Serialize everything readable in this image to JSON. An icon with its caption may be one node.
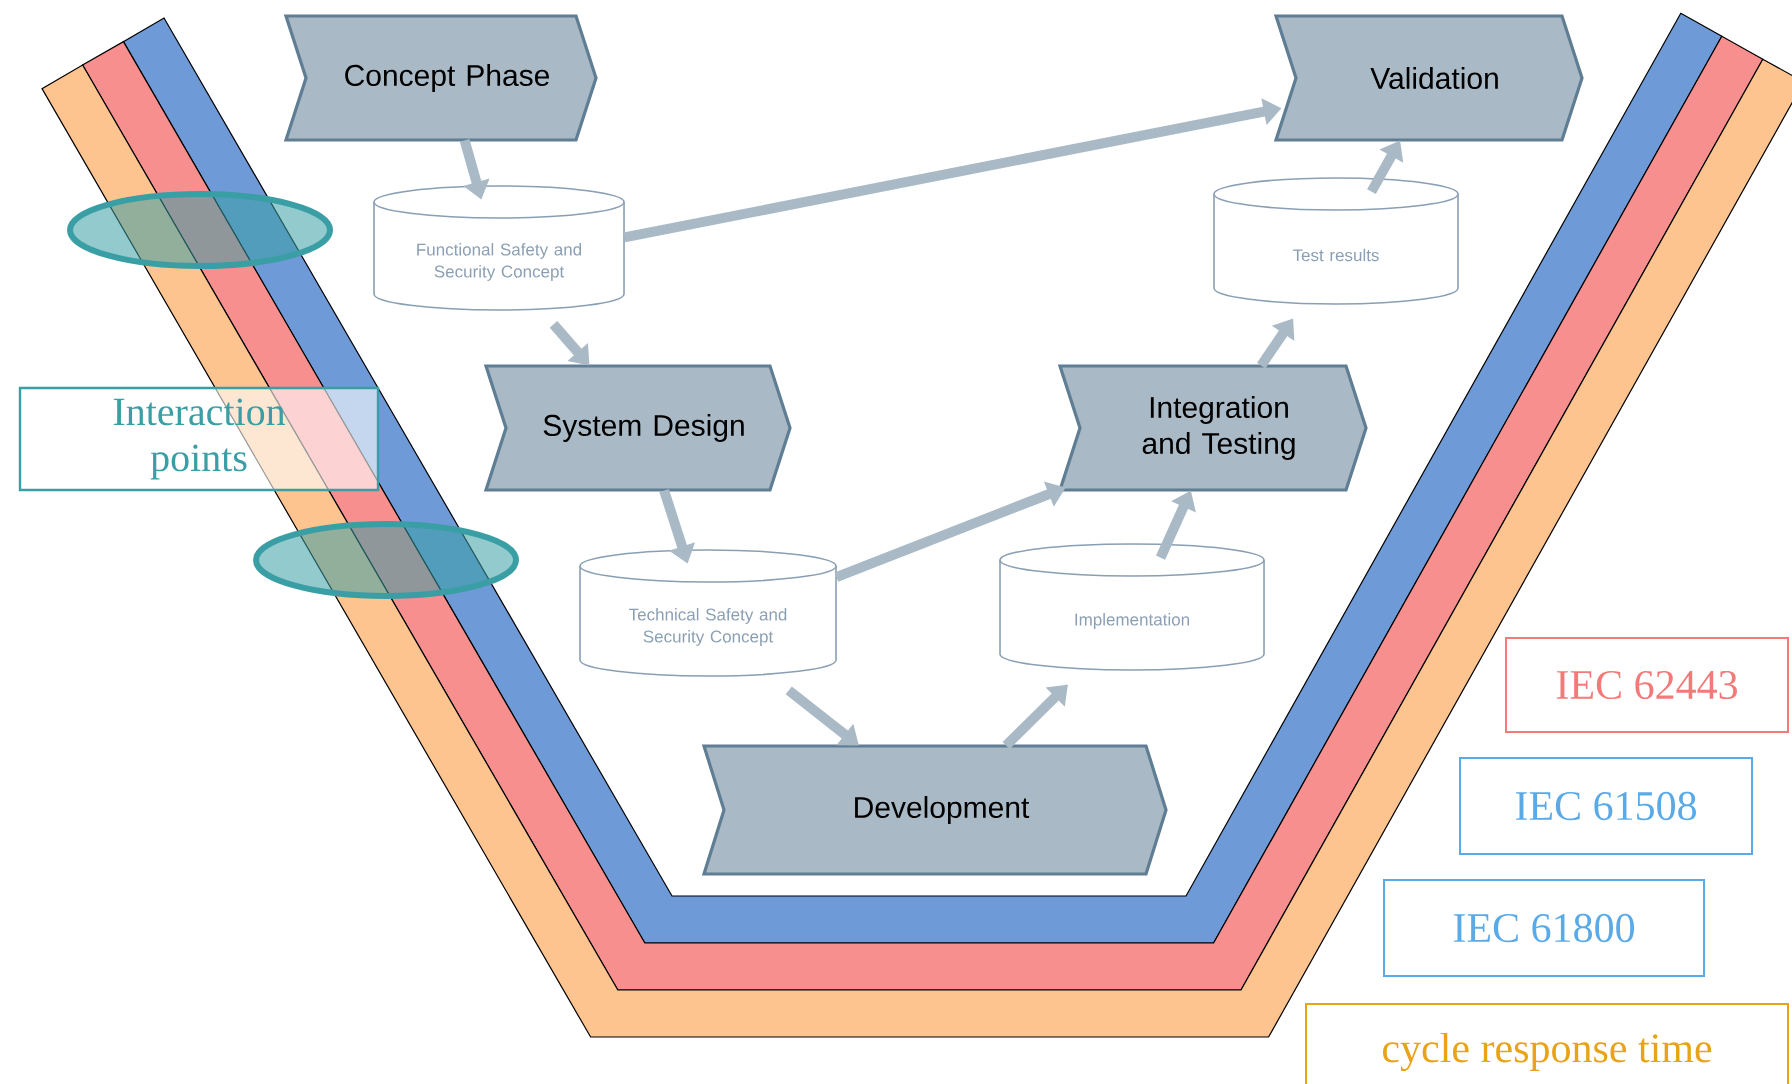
{
  "diagram": {
    "nodes": [
      {
        "text": [
          "Concept Phase"
        ]
      },
      {
        "text": [
          "Functional Safety and Security Concept"
        ]
      },
      {
        "text": [
          "System Design"
        ]
      },
      {
        "text": [
          "Technical Safety and Security Concept"
        ]
      },
      {
        "text": [
          "Development"
        ]
      },
      {
        "text": [
          "Implementation"
        ]
      },
      {
        "text": [
          "Integration and Testing"
        ]
      },
      {
        "text": [
          "Test results"
        ]
      },
      {
        "text": [
          "Validation"
        ]
      },
      {
        "text": [
          "Interaction points"
        ]
      },
      {
        "text": [],
        "shape": "ellipse"
      },
      {
        "text": [],
        "shape": "ellipse"
      },
      {
        "text": [
          "IEC 62443"
        ]
      },
      {
        "text": [
          "IEC 61508"
        ]
      },
      {
        "text": [
          "IEC 61800"
        ]
      },
      {
        "text": [
          "cycle response time"
        ]
      }
    ],
    "edges": [
      {
        "from": 0,
        "to": 1,
        "arrow": "to"
      },
      {
        "from": 1,
        "to": 2,
        "arrow": "to"
      },
      {
        "from": 1,
        "to": 8,
        "arrow": "to"
      },
      {
        "from": 2,
        "to": 3,
        "arrow": "to"
      },
      {
        "from": 3,
        "to": 4,
        "arrow": "to"
      },
      {
        "from": 3,
        "to": 6,
        "arrow": "to"
      },
      {
        "from": 4,
        "to": 5,
        "arrow": "to"
      },
      {
        "from": 5,
        "to": 6,
        "arrow": "to"
      },
      {
        "from": 6,
        "to": 7,
        "arrow": "to"
      },
      {
        "from": 7,
        "to": 8,
        "arrow": "to"
      }
    ]
  }
}
